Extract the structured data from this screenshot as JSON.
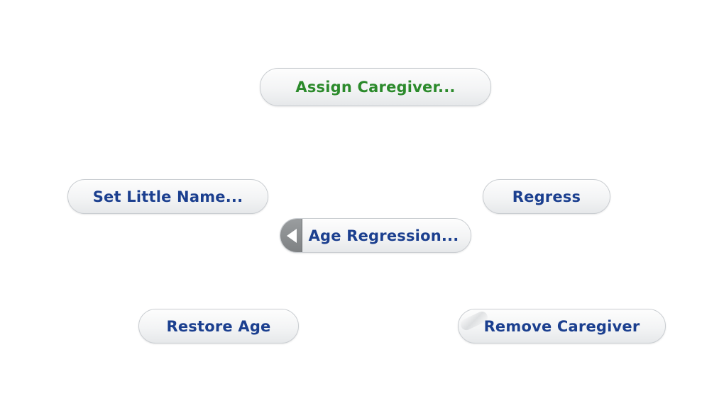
{
  "pie_menu": {
    "items": {
      "assign_caregiver": "Assign Caregiver...",
      "set_little_name": "Set Little Name...",
      "regress": "Regress",
      "restore_age": "Restore Age",
      "remove_caregiver": "Remove Caregiver"
    },
    "center": {
      "label": "Age Regression...",
      "back_icon": "triangle-left-icon"
    },
    "colors": {
      "label_blue": "#1b3f8f",
      "label_green": "#2b8a2b",
      "button_bg": "#f3f4f5",
      "back_tab": "#8a8d8f"
    }
  }
}
